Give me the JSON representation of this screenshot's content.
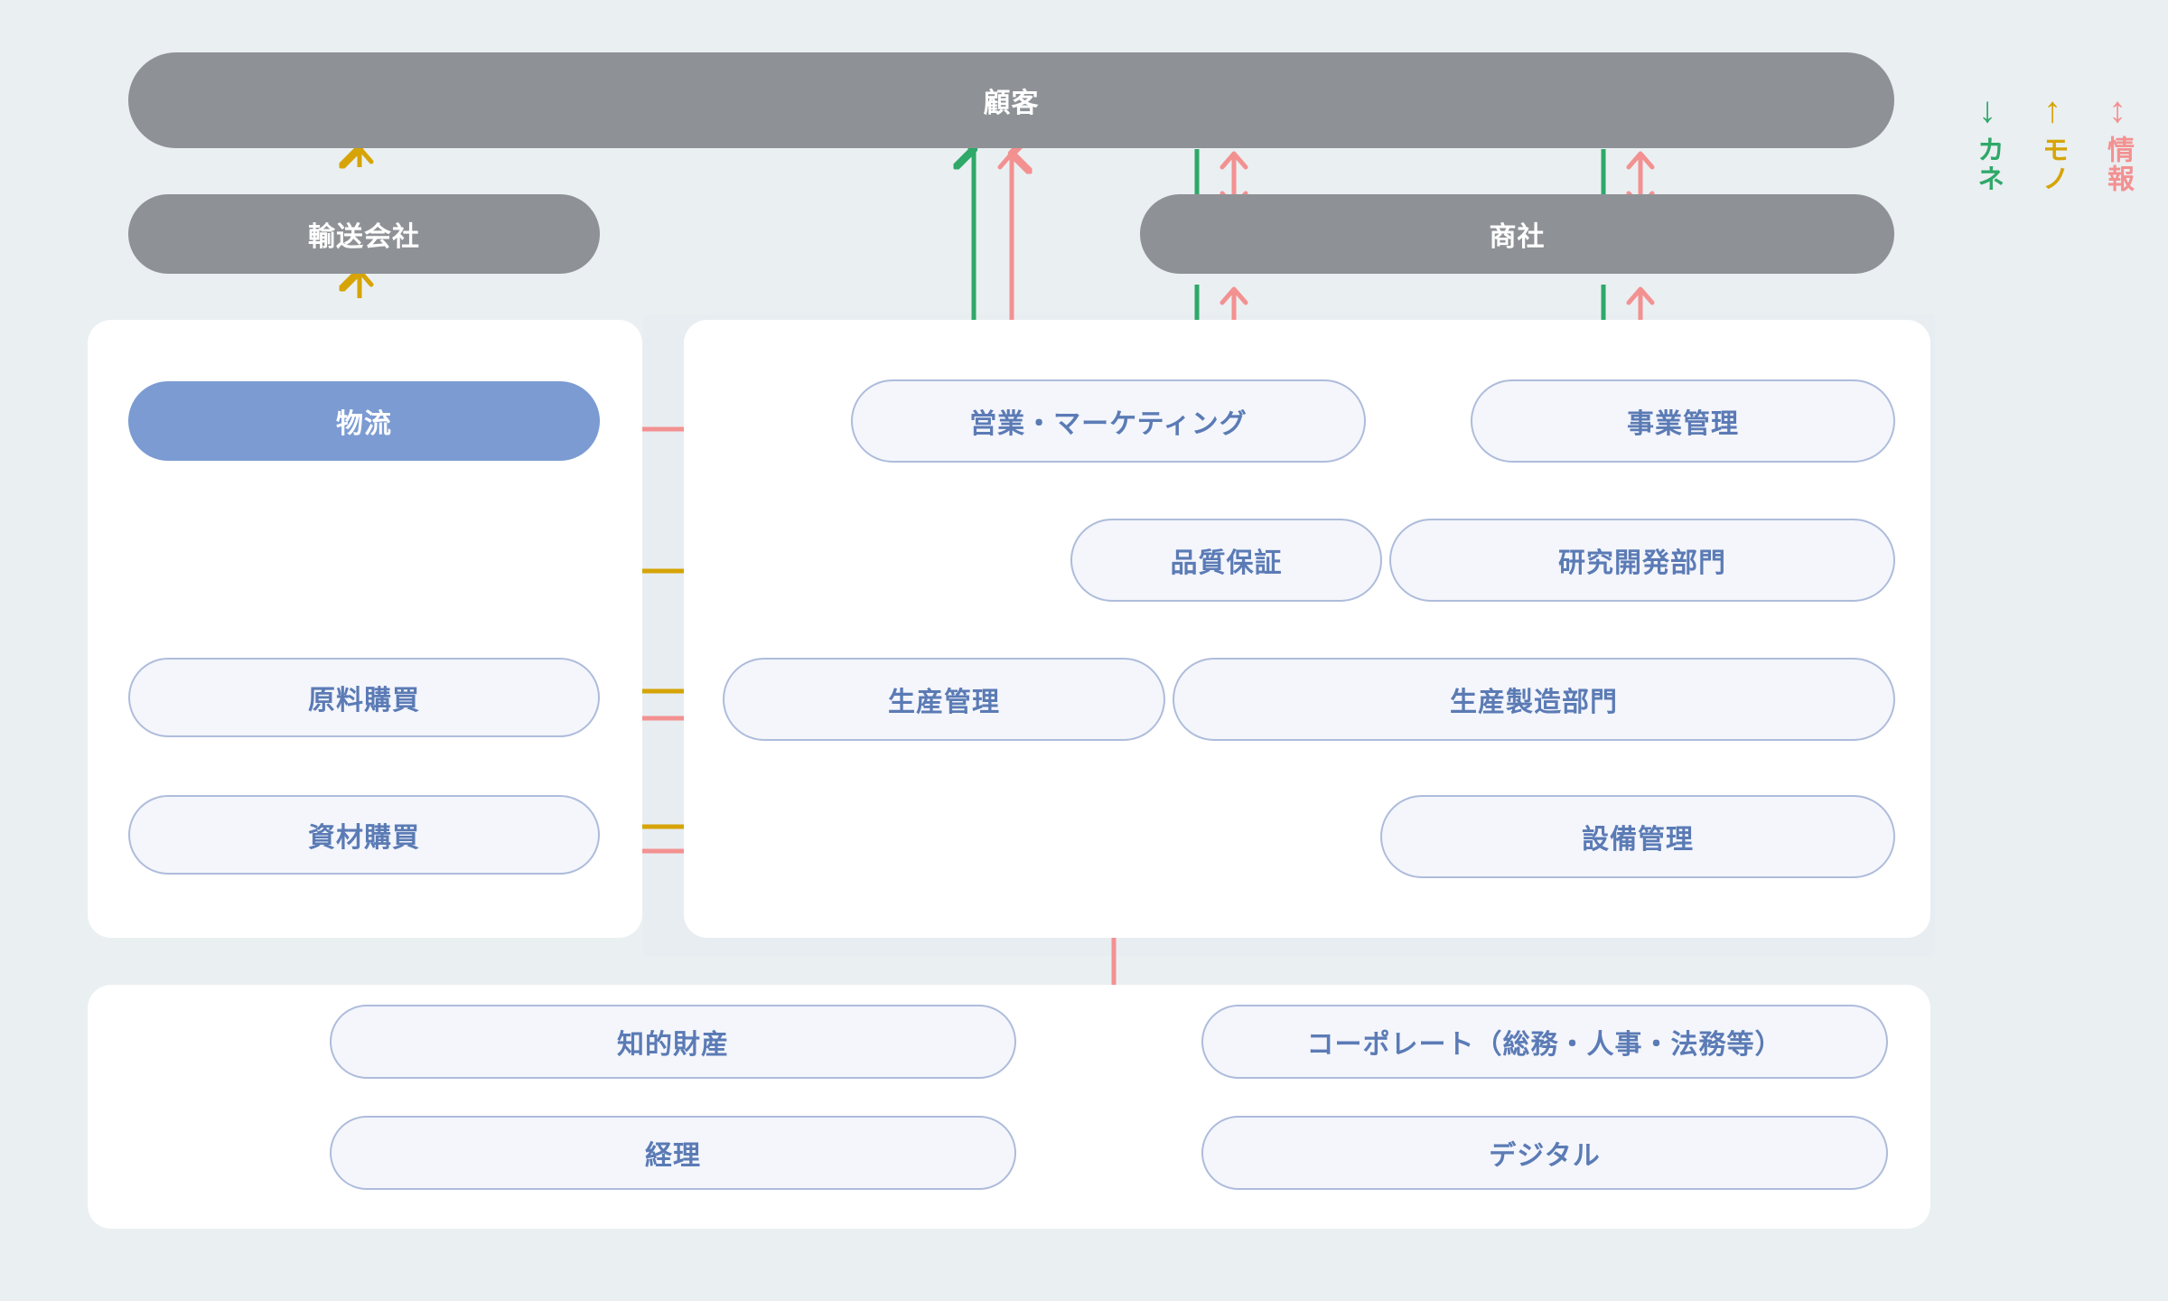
{
  "diagram": {
    "title_visible": false,
    "colors": {
      "background": "#eaeff2",
      "panel": "#ffffff",
      "grey_container": "#e8edf1",
      "external_node": "#8e9296",
      "dept_fill": "#f4f6fc",
      "dept_border": "#aebcdb",
      "dept_text": "#5b7bb5",
      "highlight_fill": "#7b9bd2",
      "kane_green": "#2fa868",
      "mono_gold": "#d6a407",
      "joho_pink": "#f39191"
    }
  },
  "legend": {
    "items": [
      {
        "glyph": "↓",
        "label": "カネ",
        "color": "#2fa868",
        "name": "kane"
      },
      {
        "glyph": "↑",
        "label": "モノ",
        "color": "#d6a407",
        "name": "mono"
      },
      {
        "glyph": "↕",
        "label": "情報",
        "color": "#f39191",
        "name": "joho"
      }
    ]
  },
  "external_nodes": [
    {
      "id": "kokyaku",
      "label": "顧客"
    },
    {
      "id": "yusou",
      "label": "輸送会社"
    },
    {
      "id": "shousha",
      "label": "商社"
    }
  ],
  "left_panel": {
    "nodes": [
      {
        "id": "butsuryu",
        "label": "物流",
        "highlighted": true
      },
      {
        "id": "genryo-kobai",
        "label": "原料購買",
        "highlighted": false
      },
      {
        "id": "shizai-kobai",
        "label": "資材購買",
        "highlighted": false
      }
    ]
  },
  "right_panel": {
    "nodes": [
      {
        "id": "eigyo-marketing",
        "label": "営業・マーケティング"
      },
      {
        "id": "jigyo-kanri",
        "label": "事業管理"
      },
      {
        "id": "hinshitsu-hosho",
        "label": "品質保証"
      },
      {
        "id": "kenkyu-kaihatsu",
        "label": "研究開発部門"
      },
      {
        "id": "seisan-kanri",
        "label": "生産管理"
      },
      {
        "id": "seisan-seizo",
        "label": "生産製造部門"
      },
      {
        "id": "setsubi-kanri",
        "label": "設備管理"
      }
    ]
  },
  "bottom_panel": {
    "nodes": [
      {
        "id": "chiteki-zaisan",
        "label": "知的財産"
      },
      {
        "id": "corporate",
        "label": "コーポレート（総務・人事・法務等）"
      },
      {
        "id": "keiri",
        "label": "経理"
      },
      {
        "id": "digital",
        "label": "デジタル"
      }
    ]
  }
}
